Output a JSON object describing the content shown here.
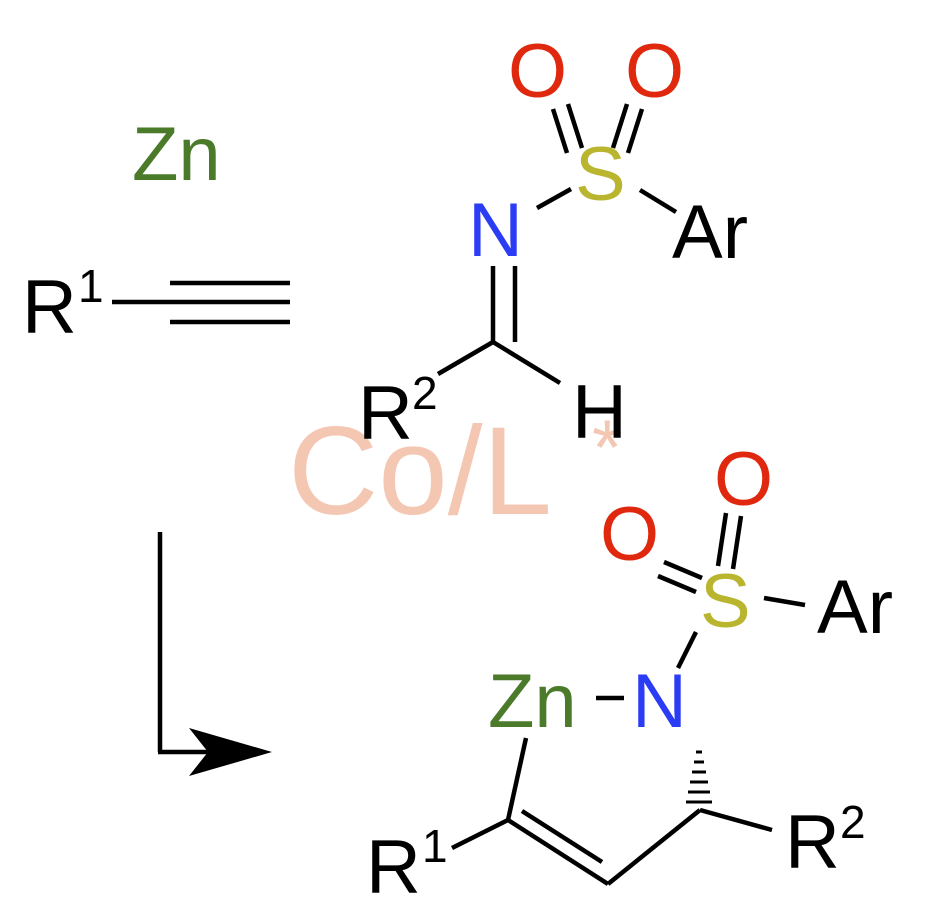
{
  "colors": {
    "zinc": "#4a7a2a",
    "nitrogen": "#2b3cf5",
    "oxygen": "#e0280e",
    "sulfur": "#b9b52e",
    "carbon": "#000000",
    "watermark": "#f4c7b3"
  },
  "watermark": {
    "text": "Co/L",
    "star": "*"
  },
  "reactants": {
    "zinc": "Zn",
    "alkyne": {
      "group": "R",
      "index": "1"
    },
    "imine": {
      "oxygen_left": "O",
      "oxygen_right": "O",
      "sulfur": "S",
      "aryl": "Ar",
      "nitrogen": "N",
      "hydrogen": "H",
      "group": "R",
      "index": "2"
    }
  },
  "product": {
    "oxygen_left": "O",
    "oxygen_right": "O",
    "sulfur": "S",
    "aryl": "Ar",
    "zinc": "Zn",
    "nitrogen": "N",
    "group_1": "R",
    "index_1": "1",
    "group_2": "R",
    "index_2": "2"
  }
}
